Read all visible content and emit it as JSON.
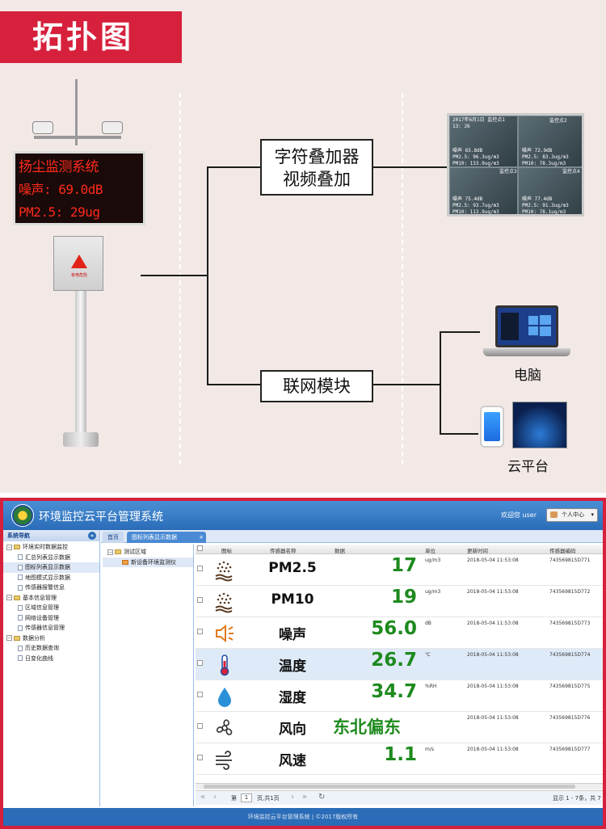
{
  "topology": {
    "title": "拓扑图",
    "led": {
      "line1": "扬尘监测系统",
      "line2": "噪声: 69.0dB",
      "line3": "PM2.5:  29ug"
    },
    "cabinet_label": "有电危险",
    "overlay_box": {
      "line1": "字符叠加器",
      "line2": "视频叠加"
    },
    "network_box": "联网模块",
    "video_screen": {
      "header": "2017年6月1日 监控点1\n13: 26",
      "cell1": "噪声 65.8dB\nPM2.5: 96.3ug/m3\nPM10: 133.9ug/m3",
      "cell2": "噪声 72.9dB\nPM2.5: 83.3ug/m3\nPM10: 78.3ug/m3",
      "cell3": "噪声 75.4dB\nPM2.5: 93.7ug/m3\nPM10: 113.9ug/m3",
      "cell4": "噪声 77.4dB\nPM2.5: 91.3ug/m3\nPM10: 78.1ug/m3",
      "cam2": "监控点2",
      "cam3": "监控点3",
      "cam4": "监控点4"
    },
    "laptop_label": "电脑",
    "cloud_label": "云平台"
  },
  "ui": {
    "app_title": "环境监控云平台管理系统",
    "welcome": "欢迎您 user",
    "user_menu": "个人中心",
    "sidebar_title": "系统导航",
    "nav": [
      {
        "label": "环境实时数据监控",
        "level": 0
      },
      {
        "label": "汇总列表显示数据",
        "level": 1
      },
      {
        "label": "图标列表显示数据",
        "level": 1,
        "selected": true
      },
      {
        "label": "地图模式显示数据",
        "level": 1
      },
      {
        "label": "传感器报警信息",
        "level": 1
      },
      {
        "label": "基本信息管理",
        "level": 0
      },
      {
        "label": "区域信息管理",
        "level": 1
      },
      {
        "label": "网络设备管理",
        "level": 1
      },
      {
        "label": "传感器信息管理",
        "level": 1
      },
      {
        "label": "数据分析",
        "level": 0
      },
      {
        "label": "历史数据查询",
        "level": 1
      },
      {
        "label": "日变化曲线",
        "level": 1
      }
    ],
    "tabs": {
      "home": "首页",
      "active": "图标列表显示数据"
    },
    "area_tree": {
      "root": "测试区域",
      "child": "新设备环境监测仪"
    },
    "grid_headers": {
      "icon": "图标",
      "name": "传感器名称",
      "data": "数据",
      "unit": "单位",
      "time": "更新时间",
      "code": "传感器编码"
    },
    "rows": [
      {
        "icon": "particles-icon",
        "name": "PM2.5",
        "value": "17",
        "unit": "ug/m3",
        "time": "2018-05-04 11:53:08",
        "code": "743569815D771"
      },
      {
        "icon": "particles-icon",
        "name": "PM10",
        "value": "19",
        "unit": "ug/m3",
        "time": "2018-05-04 11:53:08",
        "code": "743569815D772"
      },
      {
        "icon": "speaker-icon",
        "name": "噪声",
        "value": "56.0",
        "unit": "dB",
        "time": "2018-05-04 11:53:08",
        "code": "743569815D773"
      },
      {
        "icon": "thermometer-icon",
        "name": "温度",
        "value": "26.7",
        "unit": "℃",
        "time": "2018-05-04 11:53:08",
        "code": "743569815D774"
      },
      {
        "icon": "water-drop-icon",
        "name": "湿度",
        "value": "34.7",
        "unit": "%RH",
        "time": "2018-05-04 11:53:08",
        "code": "743569815D775"
      },
      {
        "icon": "fan-icon",
        "name": "风向",
        "value": "东北偏东",
        "unit": "",
        "time": "2018-05-04 11:53:08",
        "code": "743569815D776"
      },
      {
        "icon": "wind-icon",
        "name": "风速",
        "value": "1.1",
        "unit": "m/s",
        "time": "2018-05-04 11:53:08",
        "code": "743569815D777"
      }
    ],
    "pager": {
      "page_label": "第",
      "page_value": "1",
      "page_total": "页,共1页",
      "summary": "显示 1 - 7条，共 7"
    },
    "footer": "环境监控云平台管理系统 | ©2017版权所有",
    "colors": {
      "accent": "#d6203c",
      "header_blue": "#2a6cb7",
      "value_green": "#1e8a1e"
    }
  }
}
